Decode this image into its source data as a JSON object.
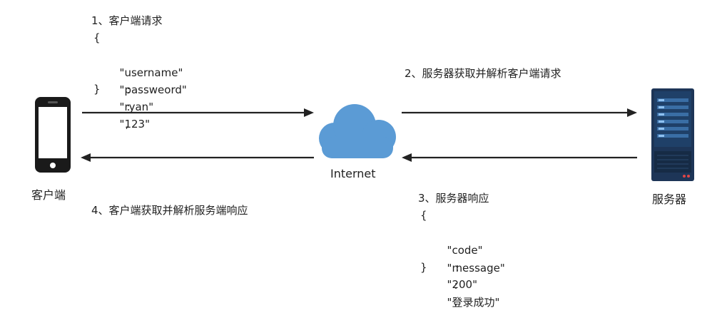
{
  "steps": {
    "step1": {
      "title": "1、客户端请求",
      "open_brace": "{",
      "close_brace": "}",
      "lines": [
        {
          "key": "\"username\"",
          "sep": ":",
          "value": "\"ryan\"",
          "trail": ","
        },
        {
          "key": "\"passweord\"",
          "sep": ":",
          "value": "\"123\"",
          "trail": ""
        }
      ]
    },
    "step2": {
      "title": "2、服务器获取并解析客户端请求"
    },
    "step3": {
      "title": "3、服务器响应",
      "open_brace": "{",
      "close_brace": "}",
      "lines": [
        {
          "key": "\"code\"",
          "sep": ":",
          "value": "\"200\"",
          "trail": ","
        },
        {
          "key": "\"message\"",
          "sep": ":",
          "value": "\"登录成功\"",
          "trail": ""
        }
      ]
    },
    "step4": {
      "title": "4、客户端获取并解析服务端响应"
    }
  },
  "nodes": {
    "client_label": "客户端",
    "cloud_label": "Internet",
    "server_label": "服务器"
  },
  "colors": {
    "cloud": "#5b9bd5",
    "arrow": "#222222",
    "phone": "#1a1a1a",
    "server_body": "#1d3557",
    "server_screen": "#3a6ea5",
    "text": "#222222"
  },
  "icons": {
    "client": "smartphone-icon",
    "cloud": "cloud-icon",
    "server": "server-rack-icon"
  }
}
